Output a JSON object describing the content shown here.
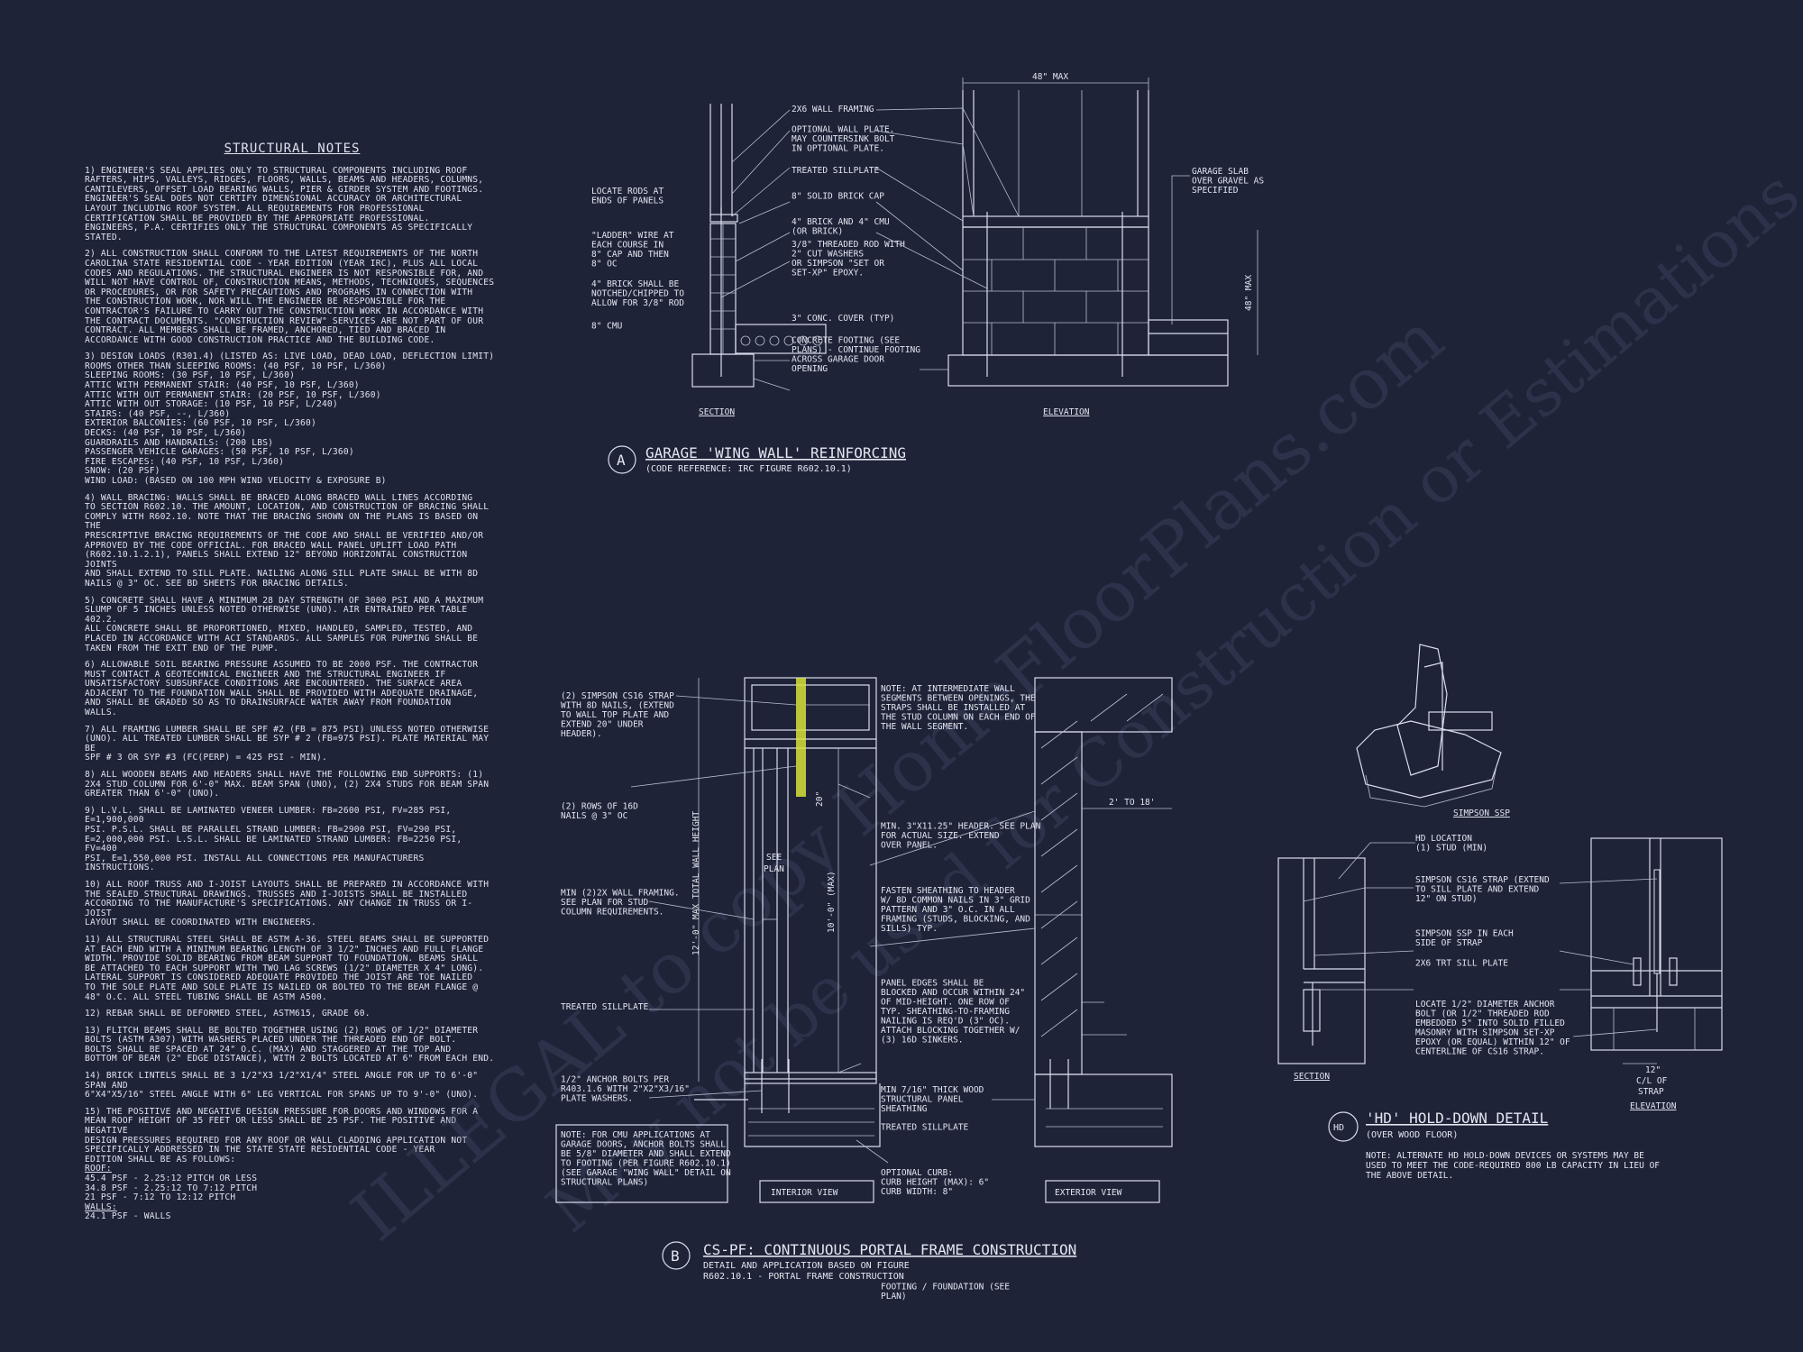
{
  "notes": {
    "title": "STRUCTURAL NOTES",
    "paragraphs": [
      [
        "1) ENGINEER'S SEAL APPLIES ONLY TO STRUCTURAL COMPONENTS INCLUDING ROOF",
        "RAFTERS, HIPS, VALLEYS, RIDGES, FLOORS, WALLS, BEAMS AND HEADERS, COLUMNS,",
        "CANTILEVERS, OFFSET LOAD BEARING WALLS, PIER & GIRDER SYSTEM AND FOOTINGS.",
        "ENGINEER'S SEAL DOES NOT CERTIFY DIMENSIONAL ACCURACY OR ARCHITECTURAL",
        "LAYOUT INCLUDING ROOF SYSTEM. ALL REQUIREMENTS FOR PROFESSIONAL",
        "CERTIFICATION SHALL BE PROVIDED BY THE APPROPRIATE PROFESSIONAL.",
        "ENGINEERS, P.A. CERTIFIES ONLY THE STRUCTURAL COMPONENTS AS SPECIFICALLY",
        "STATED."
      ],
      [
        "2) ALL CONSTRUCTION SHALL CONFORM TO THE LATEST REQUIREMENTS OF THE NORTH",
        "CAROLINA STATE RESIDENTIAL CODE - YEAR EDITION (YEAR IRC), PLUS ALL LOCAL",
        "CODES AND REGULATIONS. THE STRUCTURAL ENGINEER IS NOT RESPONSIBLE FOR, AND",
        "WILL NOT HAVE CONTROL OF, CONSTRUCTION MEANS, METHODS, TECHNIQUES, SEQUENCES",
        "OR PROCEDURES, OR FOR SAFETY PRECAUTIONS AND PROGRAMS IN CONNECTION WITH",
        "THE CONSTRUCTION WORK, NOR WILL THE ENGINEER BE RESPONSIBLE FOR THE",
        "CONTRACTOR'S FAILURE TO CARRY OUT THE CONSTRUCTION WORK IN ACCORDANCE WITH",
        "THE CONTRACT DOCUMENTS. \"CONSTRUCTION REVIEW\" SERVICES ARE NOT PART OF OUR",
        "CONTRACT. ALL MEMBERS SHALL BE FRAMED, ANCHORED, TIED AND BRACED IN",
        "ACCORDANCE WITH GOOD CONSTRUCTION PRACTICE AND THE BUILDING CODE."
      ],
      [
        "3) DESIGN LOADS (R301.4) (LISTED AS: LIVE LOAD, DEAD LOAD, DEFLECTION LIMIT)",
        "ROOMS OTHER THAN SLEEPING ROOMS: (40 PSF, 10 PSF, L/360)",
        "SLEEPING ROOMS: (30 PSF, 10 PSF, L/360)",
        "ATTIC WITH PERMANENT STAIR: (40 PSF, 10 PSF, L/360)",
        "ATTIC WITH OUT PERMANENT STAIR: (20 PSF, 10 PSF, L/360)",
        "ATTIC WITH OUT STORAGE: (10 PSF, 10 PSF, L/240)",
        "STAIRS: (40 PSF, --, L/360)",
        "EXTERIOR BALCONIES: (60 PSF, 10 PSF, L/360)",
        "DECKS: (40 PSF, 10 PSF, L/360)",
        "GUARDRAILS AND HANDRAILS: (200 LBS)",
        "PASSENGER VEHICLE GARAGES: (50 PSF, 10 PSF, L/360)",
        "FIRE ESCAPES: (40 PSF, 10 PSF, L/360)",
        "SNOW: (20      PSF)",
        "WIND LOAD: (BASED ON 100 MPH WIND VELOCITY & EXPOSURE B)"
      ],
      [
        "4) WALL BRACING:  WALLS SHALL BE BRACED ALONG BRACED WALL LINES ACCORDING",
        "TO SECTION R602.10. THE AMOUNT, LOCATION, AND CONSTRUCTION OF BRACING SHALL",
        "COMPLY WITH R602.10. NOTE THAT THE BRACING SHOWN ON THE PLANS IS BASED ON THE",
        "PRESCRIPTIVE BRACING REQUIREMENTS OF THE CODE AND SHALL BE VERIFIED AND/OR",
        "APPROVED BY THE CODE OFFICIAL. FOR BRACED WALL PANEL UPLIFT LOAD PATH",
        "(R602.10.1.2.1), PANELS SHALL EXTEND 12\" BEYOND HORIZONTAL CONSTRUCTION JOINTS",
        "AND SHALL EXTEND TO SILL PLATE. NAILING ALONG SILL PLATE SHALL BE WITH 8d",
        "NAILS @ 3\" OC. SEE BD SHEETS FOR BRACING DETAILS."
      ],
      [
        "5) CONCRETE SHALL HAVE A MINIMUM 28 DAY STRENGTH OF 3000 PSI AND A MAXIMUM",
        "SLUMP OF 5 INCHES UNLESS NOTED OTHERWISE (UNO). AIR ENTRAINED PER TABLE 402.2.",
        "ALL CONCRETE SHALL BE PROPORTIONED, MIXED, HANDLED, SAMPLED, TESTED, AND",
        "PLACED IN ACCORDANCE WITH ACI STANDARDS. ALL SAMPLES FOR PUMPING SHALL BE",
        "TAKEN FROM THE EXIT END OF THE PUMP."
      ],
      [
        "6) ALLOWABLE SOIL BEARING PRESSURE ASSUMED TO BE 2000 PSF. THE CONTRACTOR",
        "MUST CONTACT A GEOTECHNICAL ENGINEER AND THE STRUCTURAL ENGINEER IF",
        "UNSATISFACTORY SUBSURFACE CONDITIONS ARE ENCOUNTERED. THE SURFACE AREA",
        "ADJACENT TO THE FOUNDATION WALL SHALL BE PROVIDED WITH ADEQUATE DRAINAGE,",
        "AND SHALL BE GRADED SO AS TO DRAINSURFACE WATER AWAY FROM FOUNDATION",
        "WALLS."
      ],
      [
        "7) ALL FRAMING LUMBER SHALL BE SPF #2 (Fb = 875 PSI) UNLESS NOTED OTHERWISE",
        "(UNO). ALL TREATED LUMBER SHALL BE SYP # 2 (Fb=975 PSI). PLATE MATERIAL MAY BE",
        "SPF # 3 OR SYP #3 (Fc(perp) = 425 PSI - MIN)."
      ],
      [
        "8) ALL WOODEN BEAMS AND HEADERS SHALL HAVE THE FOLLOWING END SUPPORTS: (1)",
        "2x4 STUD COLUMN FOR 6'-0\" MAX. BEAM SPAN (UNO), (2) 2X4 STUDS FOR BEAM SPAN",
        "GREATER THAN 6'-0\" (UNO)."
      ],
      [
        "9) L.V.L.  SHALL BE LAMINATED VENEER LUMBER: Fb=2600 PSI, Fv=285 PSI, E=1,900,000",
        "PSI. P.S.L.  SHALL BE PARALLEL STRAND LUMBER: Fb=2900 PSI, Fv=290 PSI,",
        "E=2,000,000 PSI. L.S.L.  SHALL BE LAMINATED STRAND LUMBER: Fb=2250 PSI, Fv=400",
        "PSI, E=1,550,000 PSI. INSTALL ALL CONNECTIONS PER MANUFACTURERS INSTRUCTIONS."
      ],
      [
        "10) ALL ROOF TRUSS AND I-JOIST LAYOUTS SHALL BE PREPARED IN ACCORDANCE WITH",
        "THE SEALED STRUCTURAL DRAWINGS. TRUSSES AND I-JOISTS SHALL BE INSTALLED",
        "ACCORDING TO THE MANUFACTURE'S SPECIFICATIONS. ANY CHANGE IN TRUSS OR I-JOIST",
        "LAYOUT SHALL BE COORDINATED WITH  ENGINEERS."
      ],
      [
        "11) ALL STRUCTURAL STEEL SHALL BE ASTM A-36. STEEL BEAMS SHALL BE SUPPORTED",
        "AT EACH END WITH A MINIMUM BEARING LENGTH OF 3 1/2\" INCHES AND FULL FLANGE",
        "WIDTH. PROVIDE SOLID BEARING FROM BEAM SUPPORT TO FOUNDATION.  BEAMS SHALL",
        "BE ATTACHED TO EACH SUPPORT WITH TWO LAG SCREWS (1/2\" DIAMETER x 4\" LONG).",
        "LATERAL SUPPORT IS CONSIDERED ADEQUATE PROVIDED THE JOIST ARE TOE NAILED",
        "TO THE SOLE PLATE AND SOLE PLATE IS NAILED OR BOLTED TO THE BEAM FLANGE @",
        "48\" O.C. ALL STEEL TUBING SHALL BE ASTM A500."
      ],
      [
        "12) REBAR SHALL BE DEFORMED STEEL, ASTM615, GRADE 60."
      ],
      [
        "13) FLITCH BEAMS SHALL BE BOLTED TOGETHER USING (2) ROWS OF 1/2\" DIAMETER",
        "BOLTS (ASTM A307) WITH WASHERS PLACED UNDER THE THREADED END OF BOLT.",
        "BOLTS SHALL BE SPACED AT 24\" O.C. (MAX) AND STAGGERED AT THE TOP AND",
        "BOTTOM OF BEAM (2\" EDGE DISTANCE), WITH 2 BOLTS LOCATED AT 6\" FROM EACH END."
      ],
      [
        "14) BRICK LINTELS SHALL BE 3 1/2\"x3 1/2\"x1/4\" STEEL ANGLE FOR UP TO 6'-0\" SPAN AND",
        "6\"x4\"x5/16\" STEEL ANGLE WITH 6\" LEG VERTICAL FOR SPANS UP TO 9'-0\" (UNO)."
      ],
      [
        "15) THE POSITIVE AND NEGATIVE DESIGN PRESSURE FOR DOORS AND WINDOWS FOR A",
        "MEAN ROOF HEIGHT OF 35 FEET OR LESS SHALL BE 25 PSF. THE POSITIVE AND NEGATIVE",
        "DESIGN PRESSURES REQUIRED FOR ANY ROOF OR WALL CLADDING APPLICATION NOT",
        "SPECIFICALLY ADDRESSED IN THE STATE STATE RESIDENTIAL CODE - YEAR",
        "EDITION SHALL BE AS FOLLOWS:"
      ]
    ],
    "roof_label": "ROOF:",
    "roof_lines": [
      "45.4 PSF - 2.25:12 PITCH OR LESS",
      "34.8 PSF - 2.25:12 TO 7:12 PITCH",
      "21 PSF - 7:12 TO 12:12 PITCH"
    ],
    "walls_label": "WALLS:",
    "walls_lines": [
      "24.1 PSF - WALLS"
    ]
  },
  "detail_a": {
    "marker": "A",
    "title": "GARAGE 'WING WALL' REINFORCING",
    "subtitle": "(CODE REFERENCE: IRC FIGURE R602.10.1)",
    "dim_width": "48\" MAX",
    "dim_height": "48\" MAX",
    "section_label": "SECTION",
    "elevation_label": "ELEVATION",
    "left_labels": [
      "LOCATE RODS AT",
      "ENDS OF PANELS",
      "\"LADDER\" WIRE AT",
      "EACH COURSE IN",
      "8\" CAP AND THEN",
      "8\" OC",
      "4\" BRICK SHALL BE",
      "NOTCHED/CHIPPED TO",
      "ALLOW FOR 3/8\" ROD",
      "8\" CMU"
    ],
    "mid_labels": [
      "2x6 WALL FRAMING",
      "OPTIONAL WALL PLATE.",
      "MAY COUNTERSINK BOLT",
      "IN OPTIONAL PLATE.",
      "TREATED SILLPLATE",
      "8\" SOLID BRICK CAP",
      "4\" BRICK AND 4\" CMU",
      "(OR BRICK)",
      "3/8\" THREADED ROD WITH",
      "2\" CUT WASHERS",
      "OR SIMPSON \"SET OR",
      "SET-XP\" EPOXY.",
      "3\" CONC. COVER (TYP)",
      "CONCRETE FOOTING (SEE",
      "PLANS) - CONTINUE FOOTING",
      "ACROSS GARAGE DOOR",
      "OPENING"
    ],
    "right_labels": [
      "GARAGE SLAB",
      "OVER GRAVEL AS",
      "SPECIFIED"
    ]
  },
  "detail_b": {
    "marker": "B",
    "title": "CS-PF: CONTINUOUS PORTAL FRAME CONSTRUCTION",
    "subtitle_1": "DETAIL AND APPLICATION BASED ON  FIGURE",
    "subtitle_2": "R602.10.1 - PORTAL FRAME CONSTRUCTION",
    "interior_label": "INTERIOR VIEW",
    "exterior_label": "EXTERIOR VIEW",
    "dim_total": "12'-0\" MAX TOTAL WALL HEIGHT",
    "dim_10": "10'-0\" (MAX)",
    "dim_20": "20\"",
    "dim_2to18": "2' TO 18'",
    "see_plan": [
      "SEE",
      "PLAN"
    ],
    "left_labels": [
      "(2) SIMPSON CS16 STRAP",
      "WITH 8d NAILS, (EXTEND",
      "TO WALL TOP PLATE AND",
      "EXTEND 20\" UNDER",
      "HEADER).",
      "(2) ROWS OF 16d",
      "NAILS @ 3\" OC",
      "MIN (2)2X WALL FRAMING.",
      "SEE PLAN FOR STUD",
      "COLUMN REQUIREMENTS.",
      "TREATED SILLPLATE",
      "1/2\" ANCHOR BOLTS PER",
      "R403.1.6 WITH 2\"x2\"x3/16\"",
      "PLATE WASHERS."
    ],
    "note_box": [
      "NOTE: FOR CMU APPLICATIONS AT",
      "GARAGE DOORS, ANCHOR BOLTS SHALL",
      "BE 5/8\" DIAMETER AND SHALL EXTEND",
      "TO FOOTING (PER  FIGURE R602.10.1)",
      "(SEE GARAGE \"WING WALL\" DETAIL ON",
      "STRUCTURAL PLANS)"
    ],
    "right_labels": [
      "NOTE: AT INTERMEDIATE WALL",
      "SEGMENTS BETWEEN OPENINGS, THE",
      "STRAPS SHALL BE INSTALLED AT",
      "THE STUD COLUMN ON EACH END OF",
      "THE WALL SEGMENT.",
      "MIN. 3\"x11.25\" HEADER. SEE PLAN",
      "FOR ACTUAL SIZE. EXTEND",
      "OVER PANEL.",
      "FASTEN SHEATHING TO HEADER",
      "W/ 8d COMMON NAILS IN 3\" GRID",
      "PATTERN AND 3\" O.C. IN ALL",
      "FRAMING (STUDS, BLOCKING, AND",
      "SILLS) TYP.",
      "PANEL EDGES SHALL BE",
      "BLOCKED AND OCCUR WITHIN 24\"",
      "OF MID-HEIGHT.  ONE ROW OF",
      "TYP. SHEATHING-TO-FRAMING",
      "NAILING IS REQ'D (3\" OC).",
      "ATTACH BLOCKING TOGETHER W/",
      "(3) 16d SINKERS.",
      "MIN 7/16\" THICK WOOD",
      "STRUCTURAL PANEL",
      "SHEATHING",
      "TREATED SILLPLATE",
      "OPTIONAL CURB:",
      "CURB HEIGHT (MAX): 6\"",
      "CURB WIDTH: 8\"",
      "FOOTING / FOUNDATION (SEE",
      "PLAN)"
    ]
  },
  "detail_hd": {
    "marker": "HD",
    "title": "'HD' HOLD-DOWN DETAIL",
    "subtitle": "(OVER WOOD FLOOR)",
    "iso_label": "SIMPSON SSP",
    "section_label": "SECTION",
    "elevation_label": "ELEVATION",
    "dim_12": [
      "12\"",
      "C/L OF",
      "STRAP"
    ],
    "labels": [
      "HD LOCATION",
      "(1) STUD (MIN)",
      "SIMPSON CS16 STRAP (EXTEND",
      "TO SILL PLATE AND EXTEND",
      "12\" ON STUD)",
      "SIMPSON SSP IN EACH",
      "SIDE OF STRAP",
      "2x6 TRT SILL PLATE",
      "LOCATE 1/2\" DIAMETER ANCHOR",
      "BOLT (OR 1/2\" THREADED ROD",
      "EMBEDDED 5\" INTO SOLID FILLED",
      "MASONRY WITH SIMPSON SET-XP",
      "EPOXY (OR EQUAL) WITHIN 12\" OF",
      "CENTERLINE OF CS16 STRAP."
    ],
    "note": [
      "NOTE: ALTERNATE HD HOLD-DOWN DEVICES OR SYSTEMS MAY BE",
      "USED TO MEET THE CODE-REQUIRED 800 LB CAPACITY IN LIEU OF",
      "THE ABOVE DETAIL."
    ]
  },
  "watermark": {
    "line1": "ILLEGAL to copy HomeFloorPlans.com",
    "line2": "May not be used for Construction or Estimations"
  },
  "colors": {
    "background": "#1e2338",
    "ink": "#e2e6f0",
    "strap": "#d8e23a"
  }
}
